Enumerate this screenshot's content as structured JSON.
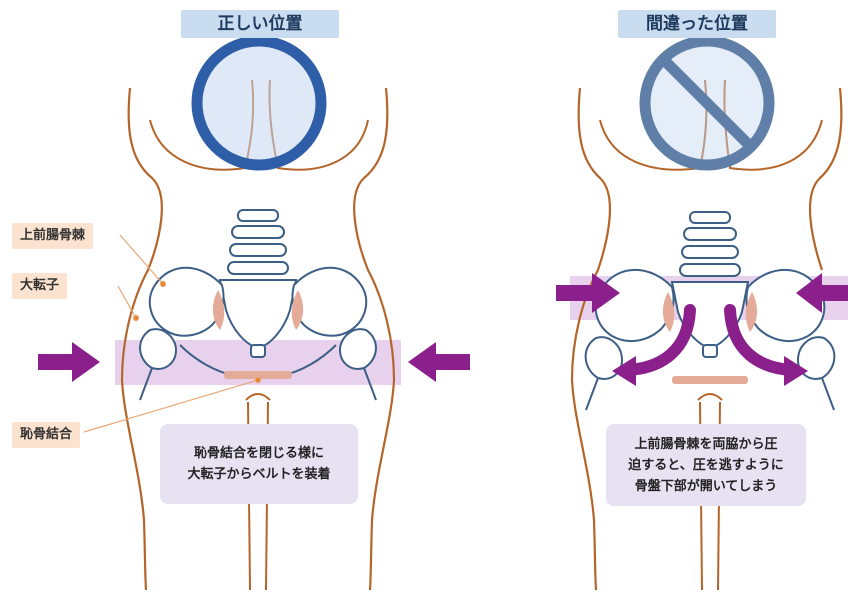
{
  "left_panel": {
    "title": "正しい位置",
    "labels": {
      "asis": "上前腸骨棘",
      "trochanter": "大転子",
      "symphysis": "恥骨結合"
    },
    "caption_lines": [
      "恥骨結合を閉じる様に",
      "大転子からベルトを装着"
    ]
  },
  "right_panel": {
    "title": "間違った位置",
    "caption_lines": [
      "上前腸骨棘を両脇から圧",
      "迫すると、圧を逃すように",
      "骨盤下部が開いてしまう"
    ]
  },
  "colors": {
    "body_outline": "#b5652a",
    "bone_outline": "#3d5f86",
    "belt_band": "#e3c9ea",
    "arrow": "#8b1f8c",
    "correct_symbol": "#2e5ea8",
    "wrong_symbol": "#5f7fa8",
    "highlight": "#e4ab98"
  },
  "icons": {
    "correct": "circle-ok-icon",
    "wrong": "prohibited-icon"
  }
}
